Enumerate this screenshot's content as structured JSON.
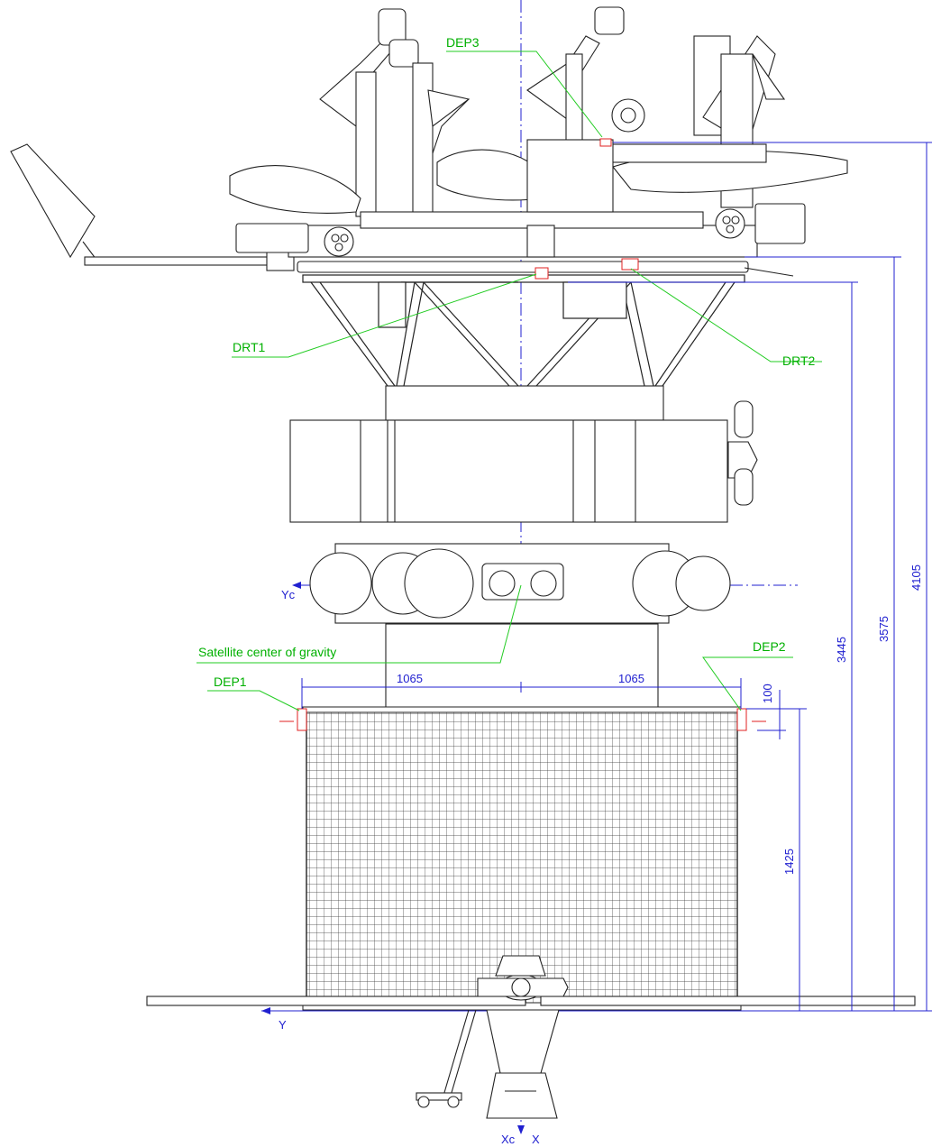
{
  "colors": {
    "outline": "#222222",
    "leader": "#22cc22",
    "dimension": "#2020d0",
    "marker": "#e02020",
    "axis": "#2020d0"
  },
  "labels": {
    "dep1": "DEP1",
    "dep2": "DEP2",
    "dep3": "DEP3",
    "drt1": "DRT1",
    "drt2": "DRT2",
    "cog": "Satellite center of gravity"
  },
  "axes": {
    "yc": "Yc",
    "y": "Y",
    "xc": "Xc",
    "x": "X"
  },
  "dimensions": {
    "left_half_width": "1065",
    "right_half_width": "1065",
    "dep_height": "100",
    "lower_height": "1425",
    "cog_height": "3445",
    "drt_height": "3575",
    "dep3_height": "4105"
  }
}
